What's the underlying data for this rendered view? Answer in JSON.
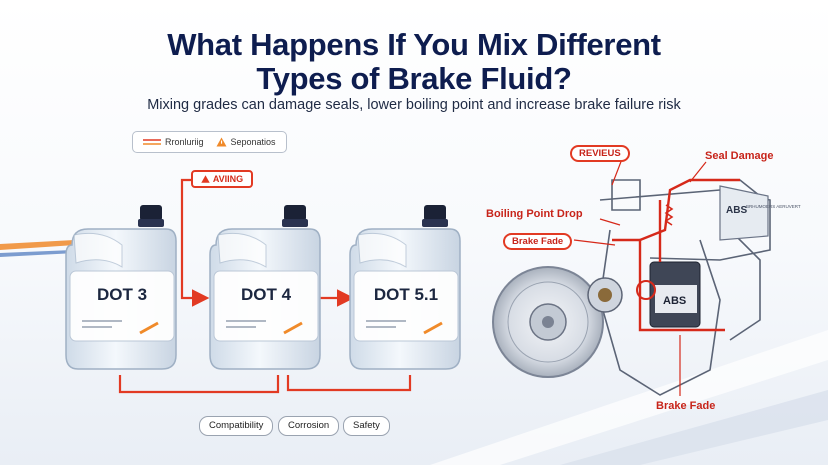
{
  "header": {
    "title_line1": "What Happens If You Mix Different",
    "title_line2": "Types of Brake Fluid?",
    "subtitle": "Mixing grades can damage seals, lower boiling point and increase brake failure risk"
  },
  "legend": {
    "item1": "Rronluriig",
    "item2": "Seponatios"
  },
  "warning_tag": "AVIING",
  "jugs": [
    {
      "label": "DOT 3"
    },
    {
      "label": "DOT 4"
    },
    {
      "label": "DOT 5.1"
    }
  ],
  "pills": {
    "compatibility": "Compatibility",
    "corrosion": "Corrosion",
    "safety": "Safety"
  },
  "diagram": {
    "reviews_tag": "REVIEUS",
    "seal_damage": "Seal Damage",
    "boiling_point": "Boiling Point Drop",
    "brake_fade_left": "Brake Fade",
    "brake_fade_bottom": "Brake Fade",
    "abs_unit_label": "ABS",
    "abs_module_label": "ABS",
    "abs_module_text": "BRHUMOERS AERUVERT"
  },
  "colors": {
    "accent_red": "#e23a23",
    "title_navy": "#0e1d4f",
    "stripe_orange": "#f08a2a"
  }
}
